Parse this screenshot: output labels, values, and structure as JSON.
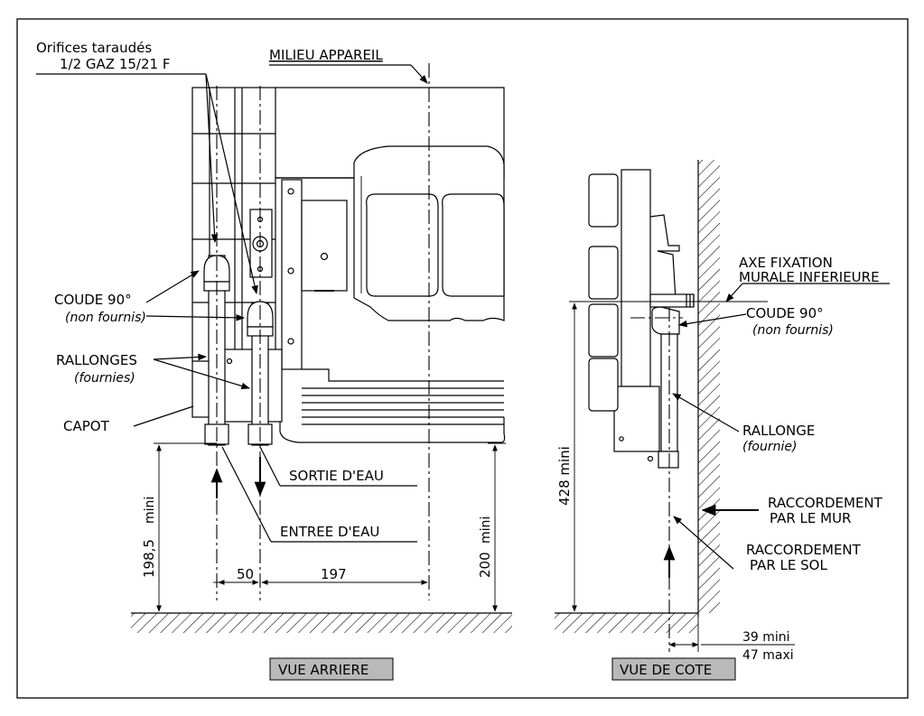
{
  "labels": {
    "orifices_line1": "Orifices taraudés",
    "orifices_line2": "1/2 GAZ 15/21 F",
    "milieu_appareil": "MILIEU APPAREIL",
    "coude_rear": "COUDE 90°",
    "coude_rear_note": "(non fournis)",
    "rallonges": "RALLONGES",
    "rallonges_note": "(fournies)",
    "capot": "CAPOT",
    "sortie_eau": "SORTIE D'EAU",
    "entree_eau": "ENTREE D'EAU",
    "axe_fixation_line1": "AXE FIXATION",
    "axe_fixation_line2": "MURALE INFERIEURE",
    "coude_side": "COUDE 90°",
    "coude_side_note": "(non fournis)",
    "rallonge": "RALLONGE",
    "rallonge_note": "(fournie)",
    "raccordement_mur_line1": "RACCORDEMENT",
    "raccordement_mur_line2": "PAR LE MUR",
    "raccordement_sol_line1": "RACCORDEMENT",
    "raccordement_sol_line2": "PAR LE SOL"
  },
  "dimensions": {
    "d_198_5": "198,5",
    "d_198_5_unit": "mini",
    "d_50": "50",
    "d_197": "197",
    "d_200": "200",
    "d_200_unit": "mini",
    "d_428": "428 mini",
    "d_39": "39 mini",
    "d_47": "47 maxi"
  },
  "views": {
    "rear": "VUE ARRIERE",
    "side": "VUE DE COTE"
  },
  "colors": {
    "view_label_bg": "#b9b9b9",
    "line": "#000000"
  }
}
